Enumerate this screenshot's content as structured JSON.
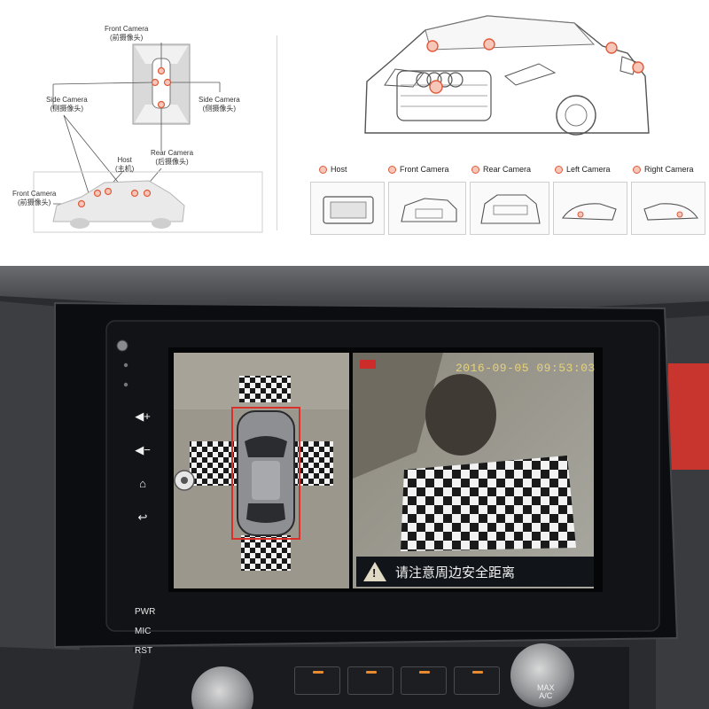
{
  "left_diagram": {
    "front_camera_top": {
      "en": "Front Camera",
      "cn": "(前摄像头)"
    },
    "side_camera_left": {
      "en": "Side Camera",
      "cn": "(侧摄像头)"
    },
    "side_camera_right": {
      "en": "Side Camera",
      "cn": "(侧摄像头)"
    },
    "rear_camera": {
      "en": "Rear Camera",
      "cn": "(后摄像头)"
    },
    "host": {
      "en": "Host",
      "cn": "(主机)"
    },
    "front_camera_bottom": {
      "en": "Front Camera",
      "cn": "(前摄像头)"
    }
  },
  "right_diagram": {
    "legend": [
      {
        "label": "Host"
      },
      {
        "label": "Front Camera"
      },
      {
        "label": "Rear Camera"
      },
      {
        "label": "Left Camera"
      },
      {
        "label": "Right Camera"
      }
    ]
  },
  "head_unit": {
    "pwr_label": "PWR",
    "mic_label": "MIC",
    "rst_label": "RST",
    "timestamp": "2016-09-05 09:53:03",
    "warning_text": "请注意周边安全距离",
    "max_ac_line1": "MAX",
    "max_ac_line2": "A/C"
  },
  "colors": {
    "marker": "#e05a3a",
    "screen_frame": "#0c0d10",
    "checker_dark": "#1a1a1a",
    "checker_light": "#f2f2f2",
    "warning_bar": "#111418",
    "timestamp": "#e6d27a",
    "hvac_led": "#e88a2e"
  },
  "icons": [
    "volume-up-icon",
    "volume-down-icon",
    "home-icon",
    "back-icon",
    "warning-triangle-icon",
    "battery-icon",
    "steering-wheel-icon"
  ]
}
